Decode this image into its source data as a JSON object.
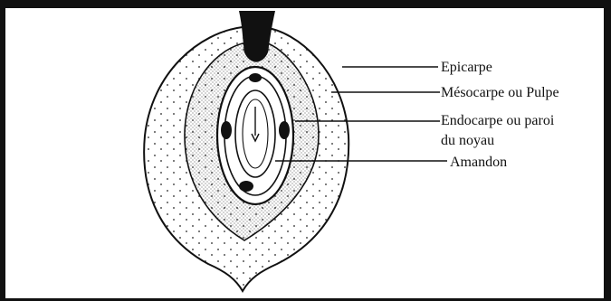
{
  "diagram": {
    "labels": {
      "epicarpe": "Epicarpe",
      "mesocarpe": "Mésocarpe ou Pulpe",
      "endocarpe_line1": "Endocarpe ou paroi",
      "endocarpe_line2": "du noyau",
      "amandon": "Amandon"
    }
  },
  "colors": {
    "ink": "#111111",
    "background": "#ffffff"
  }
}
